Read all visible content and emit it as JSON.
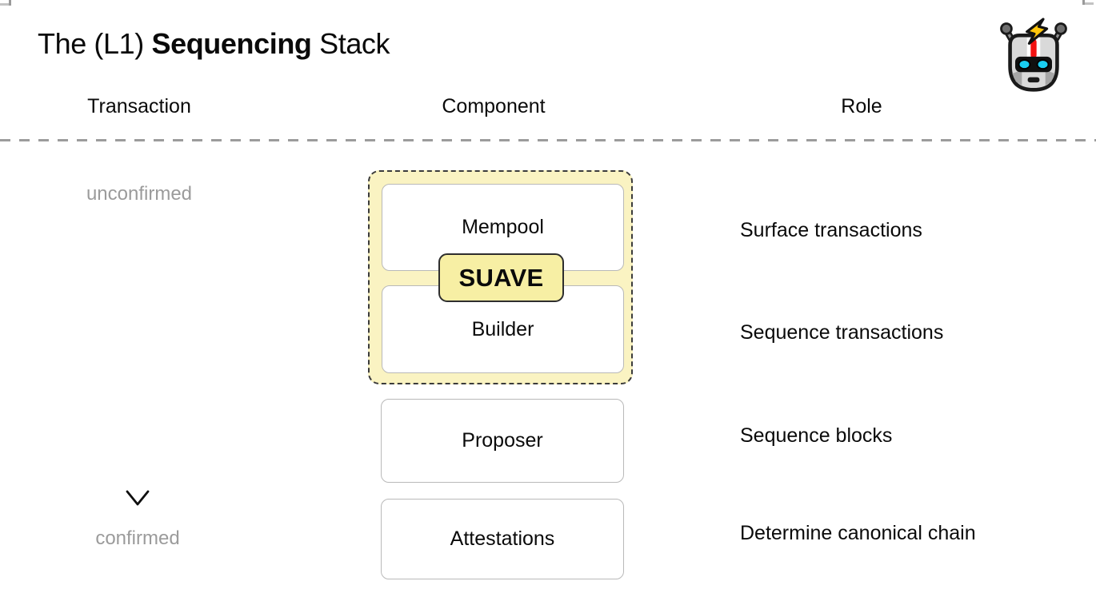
{
  "title": {
    "pre": "The (L1) ",
    "emphasis": "Sequencing",
    "post": " Stack"
  },
  "column_headers": [
    {
      "label": "Transaction"
    },
    {
      "label": "Component"
    },
    {
      "label": "Role"
    }
  ],
  "flow": {
    "top_label": "unconfirmed",
    "bottom_label": "confirmed"
  },
  "suave": {
    "badge_label": "SUAVE"
  },
  "stack": [
    {
      "component": "Mempool",
      "role": "Surface transactions",
      "in_suave": true
    },
    {
      "component": "Builder",
      "role": "Sequence transactions",
      "in_suave": true
    },
    {
      "component": "Proposer",
      "role": "Sequence blocks",
      "in_suave": false
    },
    {
      "component": "Attestations",
      "role": "Determine canonical chain",
      "in_suave": false
    }
  ],
  "icons": {
    "top_right": "flashbots-robot-icon"
  },
  "colors": {
    "suave_container_bg": "#FAF3C2",
    "suave_badge_bg": "#F7EFA4",
    "suave_dash_border": "#3B3B3B",
    "component_box_border": "#B9B9B9",
    "muted_text": "#9B9B9B",
    "divider": "#9C9C9C",
    "robot_bolt": "#FFC60B",
    "robot_eyes": "#19CDF1",
    "robot_stripe": "#F31212"
  }
}
